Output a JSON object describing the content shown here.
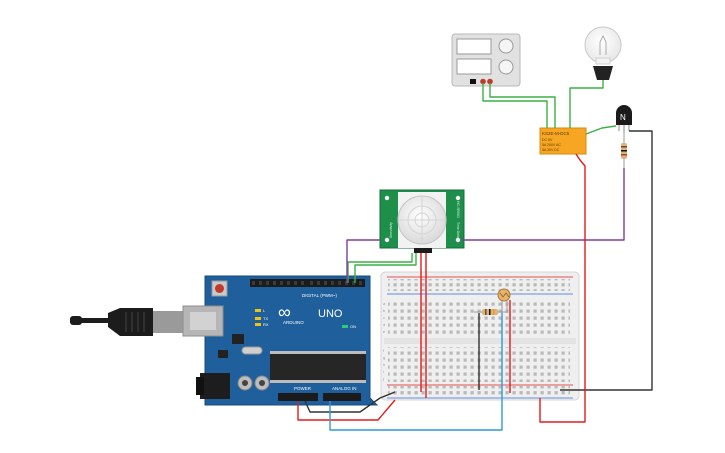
{
  "arduino": {
    "brand": "ARDUINO",
    "model": "UNO",
    "digital_label": "DIGITAL (PWM~)",
    "power_label": "POWER",
    "analog_label": "ANALOG IN",
    "led_tx": "TX",
    "led_rx": "RX",
    "led_l": "L",
    "led_on": "ON",
    "logo_symbol": "∞"
  },
  "relay": {
    "line1": "KS2E-M-DC5",
    "line2": "DC 5V",
    "line3": "5A 250V AC",
    "line4": "5A 30V DC"
  },
  "transistor": {
    "label": "N"
  },
  "pir": {
    "left_label": "Sensitivity",
    "right_label": "Time Delay",
    "top_label": "HC-SR501"
  },
  "breadboard": {
    "row_letters": [
      "a",
      "b",
      "c",
      "d",
      "e",
      "f",
      "g",
      "h",
      "i",
      "j"
    ]
  },
  "colors": {
    "wire_green": "#3cb043",
    "wire_red": "#e31b1b",
    "wire_black": "#333333",
    "wire_purple": "#7b3f9c",
    "wire_blue": "#2f9bd6",
    "board_blue": "#1f5f9b",
    "relay_orange": "#f6a623",
    "pir_green": "#1d8f4a"
  }
}
